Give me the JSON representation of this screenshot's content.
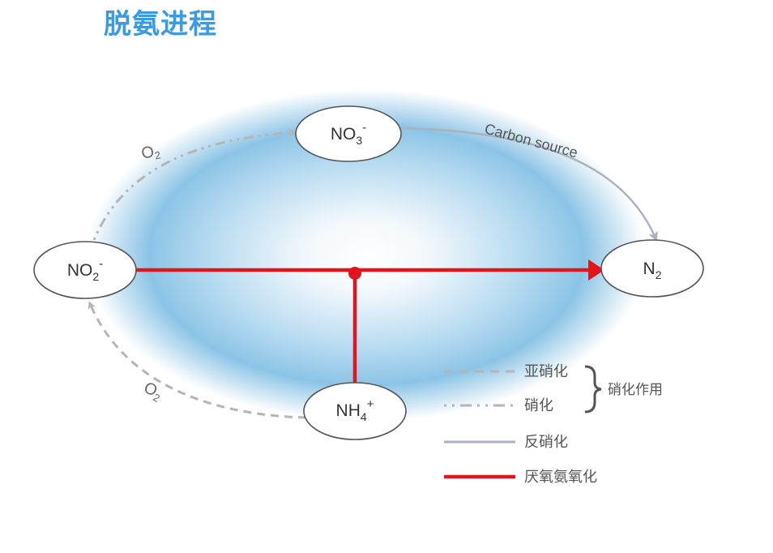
{
  "title": "脱氨进程",
  "nodes": {
    "no3": {
      "base": "NO",
      "sub": "3",
      "sup": "-"
    },
    "no2": {
      "base": "NO",
      "sub": "2",
      "sup": "-"
    },
    "n2": {
      "base": "N",
      "sub": "2"
    },
    "nh4": {
      "base": "NH",
      "sub": "4",
      "sup": "+"
    }
  },
  "arrows": {
    "o2_top": {
      "base": "O",
      "sub": "2"
    },
    "o2_bottom": {
      "base": "O",
      "sub": "2"
    },
    "carbon_source": "Carbon source"
  },
  "legend": {
    "items": [
      {
        "label": "亚硝化",
        "style": "dashed",
        "color": "#b5b5b5"
      },
      {
        "label": "硝化",
        "style": "dash-dot",
        "color": "#b5b5b5"
      },
      {
        "label": "反硝化",
        "style": "solid",
        "color": "#aab2bd"
      },
      {
        "label": "厌氧氨氧化",
        "style": "solid-red",
        "color": "#e3141c"
      }
    ],
    "group_label": "硝化作用"
  },
  "colors": {
    "title": "#3a9be0",
    "anammox": "#e3141c",
    "denitrification": "#aab2bd",
    "nitrification": "#b5b5b5",
    "glow": "#8cc4e6"
  }
}
